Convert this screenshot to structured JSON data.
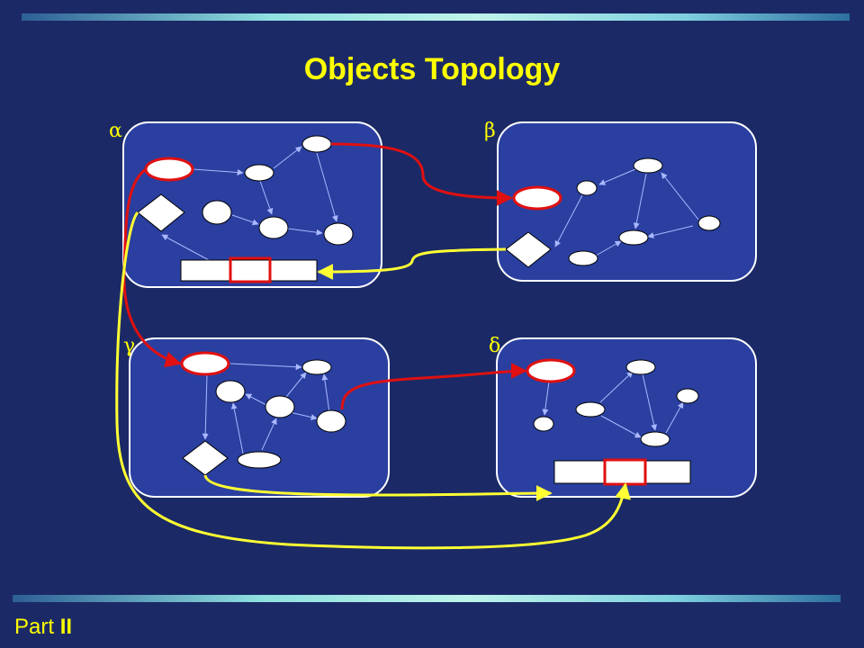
{
  "slide": {
    "title": "Objects Topology",
    "footer_prefix": "Part ",
    "footer_roman": "II"
  },
  "diagram": {
    "nodes": [
      {
        "name": "alpha",
        "label": "α"
      },
      {
        "name": "beta",
        "label": "β"
      },
      {
        "name": "gamma",
        "label": "γ"
      },
      {
        "name": "delta",
        "label": "δ"
      }
    ]
  },
  "colors": {
    "background": "#1b2a66",
    "panel": "#2a3fa0",
    "title": "#ffff00",
    "red_link": "#e01010",
    "yellow_link": "#ffff33",
    "inner_arrow": "#aab8ff"
  }
}
